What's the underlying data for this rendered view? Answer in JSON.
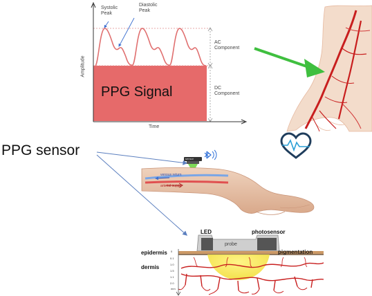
{
  "chart": {
    "y_axis_label": "Amplitude",
    "x_axis_label": "Time",
    "systolic_label": "Systolic\nPeak",
    "diastolic_label": "Diastolic\nPeak",
    "ac_label": "AC\nComponent",
    "dc_label": "DC\nComponent",
    "signal_box_label": "PPG Signal"
  },
  "sensor_title": "PPG sensor",
  "wrist": {
    "venous_label": "venous return",
    "arterial_label": "arterial supply",
    "device_label": "sensor"
  },
  "cross_section": {
    "led_label": "LED",
    "photosensor_label": "photosensor",
    "probe_label": "probe",
    "epidermis_label": "epidermis",
    "pigmentation_label": "pigmentation",
    "dermis_label": "dermis",
    "depth_ticks": [
      "0",
      "0.1",
      "1.0",
      "1.5",
      "1.1",
      "2.0",
      "mm"
    ]
  },
  "colors": {
    "pulse_red": "#e07070",
    "dc_fill": "#e66a6a",
    "arrow_blue": "#5b7fbf",
    "arrow_green": "#3fbf3f",
    "heart_navy": "#1f3d5c",
    "heart_wave": "#2a9fd6",
    "skin": "#e9c6ae",
    "artery": "#c81e1e"
  },
  "icons": [
    "bluetooth-icon",
    "heart-monitor-icon"
  ]
}
